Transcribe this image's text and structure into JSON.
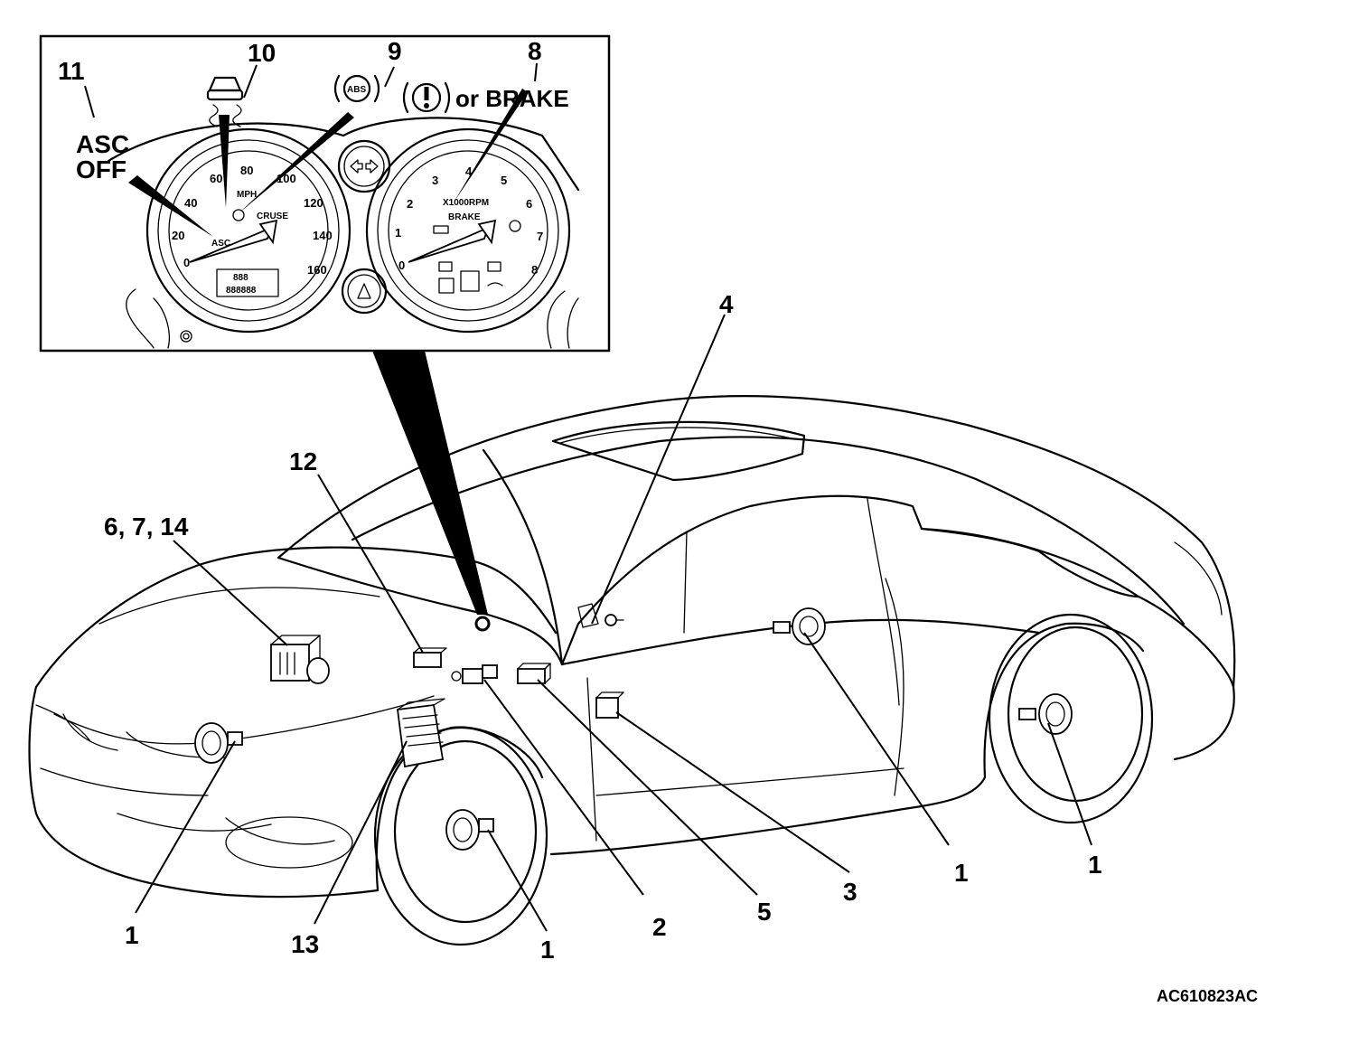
{
  "figure_code": "AC610823AC",
  "callouts": {
    "c1a": "1",
    "c1b": "1",
    "c1c": "1",
    "c1d": "1",
    "c2": "2",
    "c3": "3",
    "c4": "4",
    "c5": "5",
    "c6": "6, 7, 14",
    "c8": "8",
    "c9": "9",
    "c10": "10",
    "c11": "11",
    "c12": "12",
    "c13": "13"
  },
  "cluster": {
    "asc_off_line1": "ASC",
    "asc_off_line2": "OFF",
    "abs_symbol": "ABS",
    "brake_warning": "or BRAKE",
    "speedo_ticks": [
      "0",
      "20",
      "40",
      "60",
      "80",
      "100",
      "120",
      "140",
      "160"
    ],
    "speedo_unit": "MPH",
    "speedo_cruise": "CRUSE",
    "speedo_asc": "ASC",
    "tacho_ticks": [
      "0",
      "1",
      "2",
      "3",
      "4",
      "5",
      "6",
      "7",
      "8"
    ],
    "tacho_unit": "X1000RPM",
    "tacho_brake": "BRAKE",
    "odometer": "888888",
    "trip": "888"
  },
  "icons": [
    "skid-car-icon",
    "abs-warning-icon",
    "brake-warning-icon",
    "turn-signal-icon",
    "hazard-icon"
  ]
}
